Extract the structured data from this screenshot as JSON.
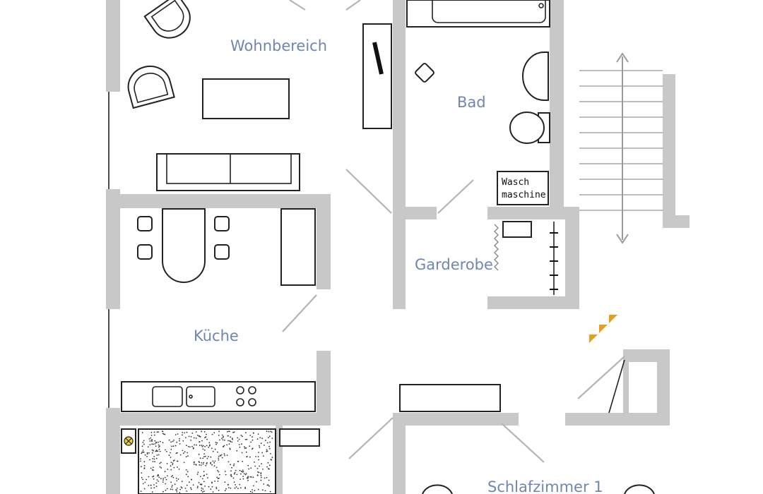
{
  "rooms": {
    "wohnbereich": "Wohnbereich",
    "bad": "Bad",
    "garderobe": "Garderobe",
    "kueche": "Küche",
    "schlafzimmer": "Schlafzimmer 1"
  },
  "appliances": {
    "washer_line1": "Wasch",
    "washer_line2": "maschine"
  },
  "colors": {
    "wall": "#c8c8c8",
    "label": "#6f86b3",
    "line": "#222222",
    "arrow": "#e0a020"
  }
}
